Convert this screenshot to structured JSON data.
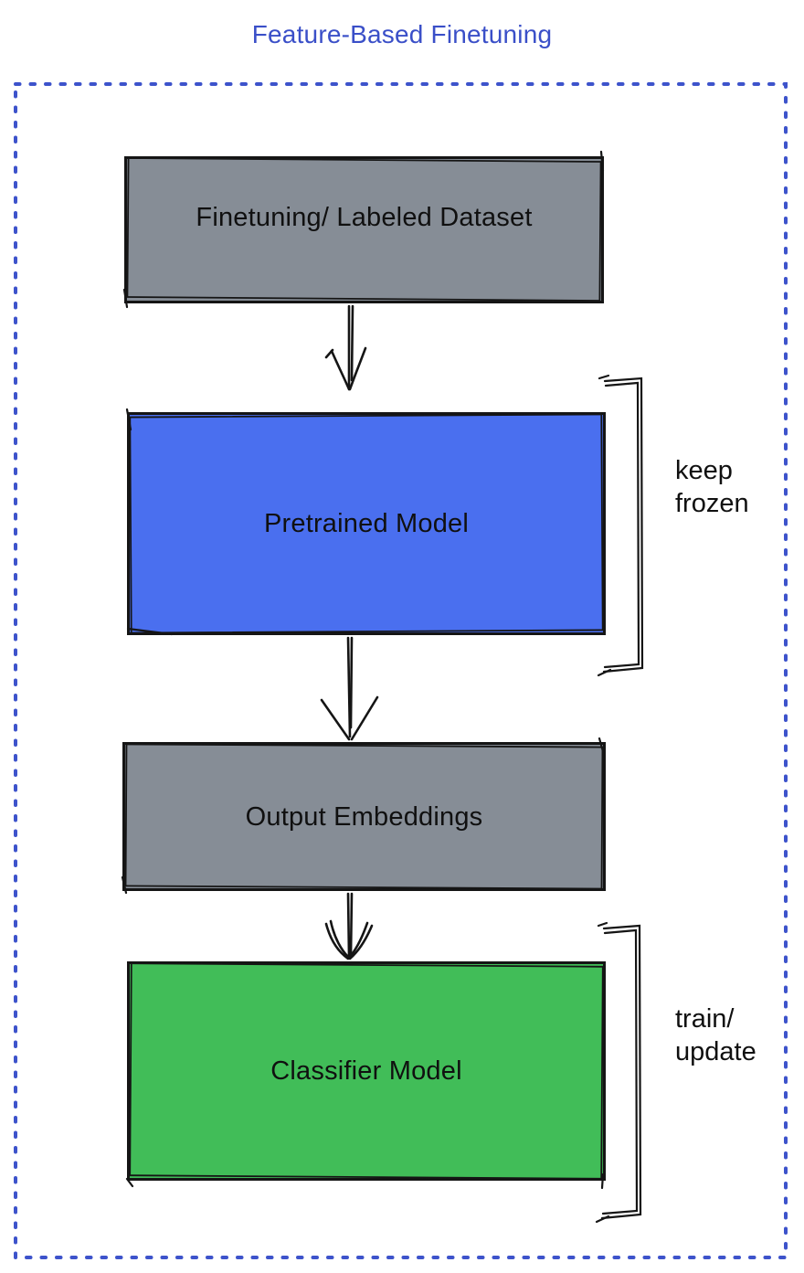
{
  "title": {
    "text": "Feature-Based Finetuning",
    "color": "#3A4FC8"
  },
  "colors": {
    "border": "#3D53CB",
    "sketch_stroke": "#151515",
    "node_gray": "#868D96",
    "node_blue": "#4A6FEF",
    "node_green": "#41BD58"
  },
  "nodes": [
    {
      "id": "finetuning-dataset",
      "label": "Finetuning/ Labeled Dataset",
      "fill": "#868D96"
    },
    {
      "id": "pretrained-model",
      "label": "Pretrained Model",
      "fill": "#4A6FEF"
    },
    {
      "id": "output-embeddings",
      "label": "Output Embeddings",
      "fill": "#868D96"
    },
    {
      "id": "classifier-model",
      "label": "Classifier Model",
      "fill": "#41BD58"
    }
  ],
  "annotations": [
    {
      "target": "pretrained-model",
      "label": "keep\nfrozen"
    },
    {
      "target": "classifier-model",
      "label": "train/\nupdate"
    }
  ]
}
